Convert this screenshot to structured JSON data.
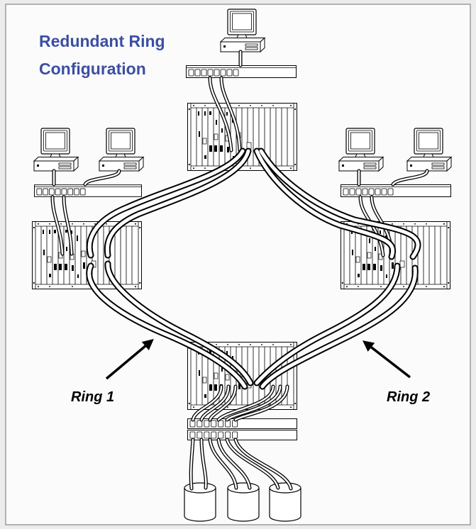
{
  "title": {
    "line1": "Redundant Ring",
    "line2": "Configuration"
  },
  "labels": {
    "ring1": "Ring 1",
    "ring2": "Ring 2"
  },
  "colors": {
    "title": "#3b4ea4",
    "line": "#000000",
    "panel_background": "#fbfbfb",
    "frame": "#9c9c9c",
    "page_background": "#ececec"
  }
}
